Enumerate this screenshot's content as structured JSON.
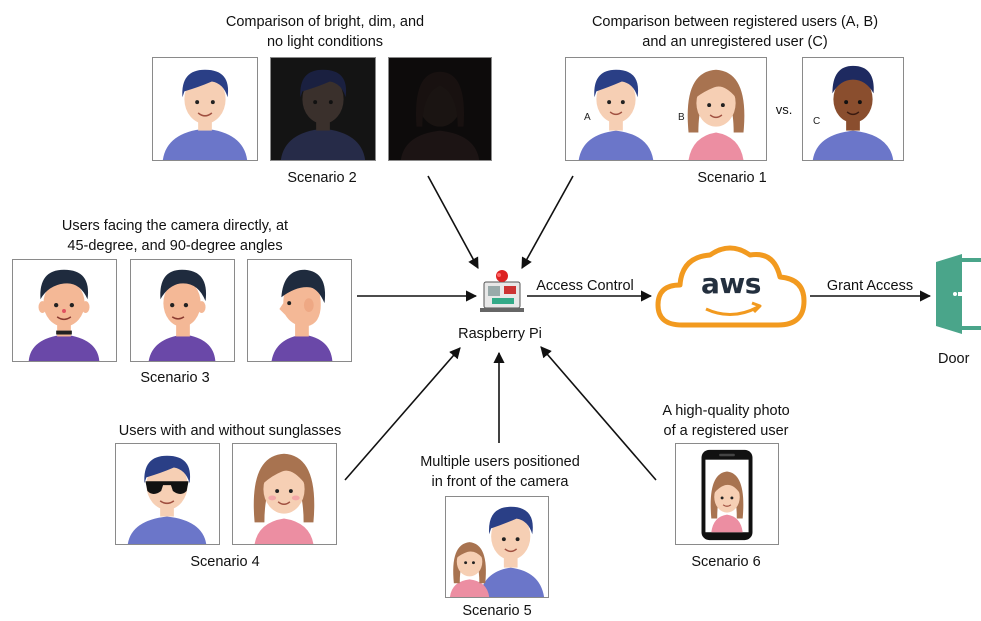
{
  "scenario1": {
    "description_line1": "Comparison between registered users (A, B)",
    "description_line2": "and an unregistered user (C)",
    "label_a": "A",
    "label_b": "B",
    "vs_label": "vs.",
    "label_c": "C",
    "name": "Scenario 1"
  },
  "scenario2": {
    "description_line1": "Comparison of bright, dim, and",
    "description_line2": "no light conditions",
    "name": "Scenario 2"
  },
  "scenario3": {
    "description_line1": "Users facing the camera directly, at",
    "description_line2": "45-degree, and 90-degree angles",
    "name": "Scenario 3"
  },
  "scenario4": {
    "description": "Users with and without sunglasses",
    "name": "Scenario 4"
  },
  "scenario5": {
    "description_line1": "Multiple users positioned",
    "description_line2": "in front of the camera",
    "name": "Scenario 5"
  },
  "scenario6": {
    "description_line1": "A high-quality photo",
    "description_line2": "of a registered user",
    "name": "Scenario 6"
  },
  "hub": {
    "label": "Raspberry Pi"
  },
  "edges": {
    "access_control": "Access Control",
    "grant_access": "Grant Access"
  },
  "cloud": {
    "logo_text": "aws",
    "outline_color": "#f29a1f"
  },
  "door": {
    "label": "Door",
    "color": "#4aa58a"
  },
  "colors": {
    "shirt_blue": "#6b76c9",
    "hair_navy": "#2a3f86",
    "skin": "#f6cfb4",
    "hair_brown": "#a87350",
    "shirt_pink": "#ec8ea2",
    "shirt_purple": "#6a48a8"
  }
}
